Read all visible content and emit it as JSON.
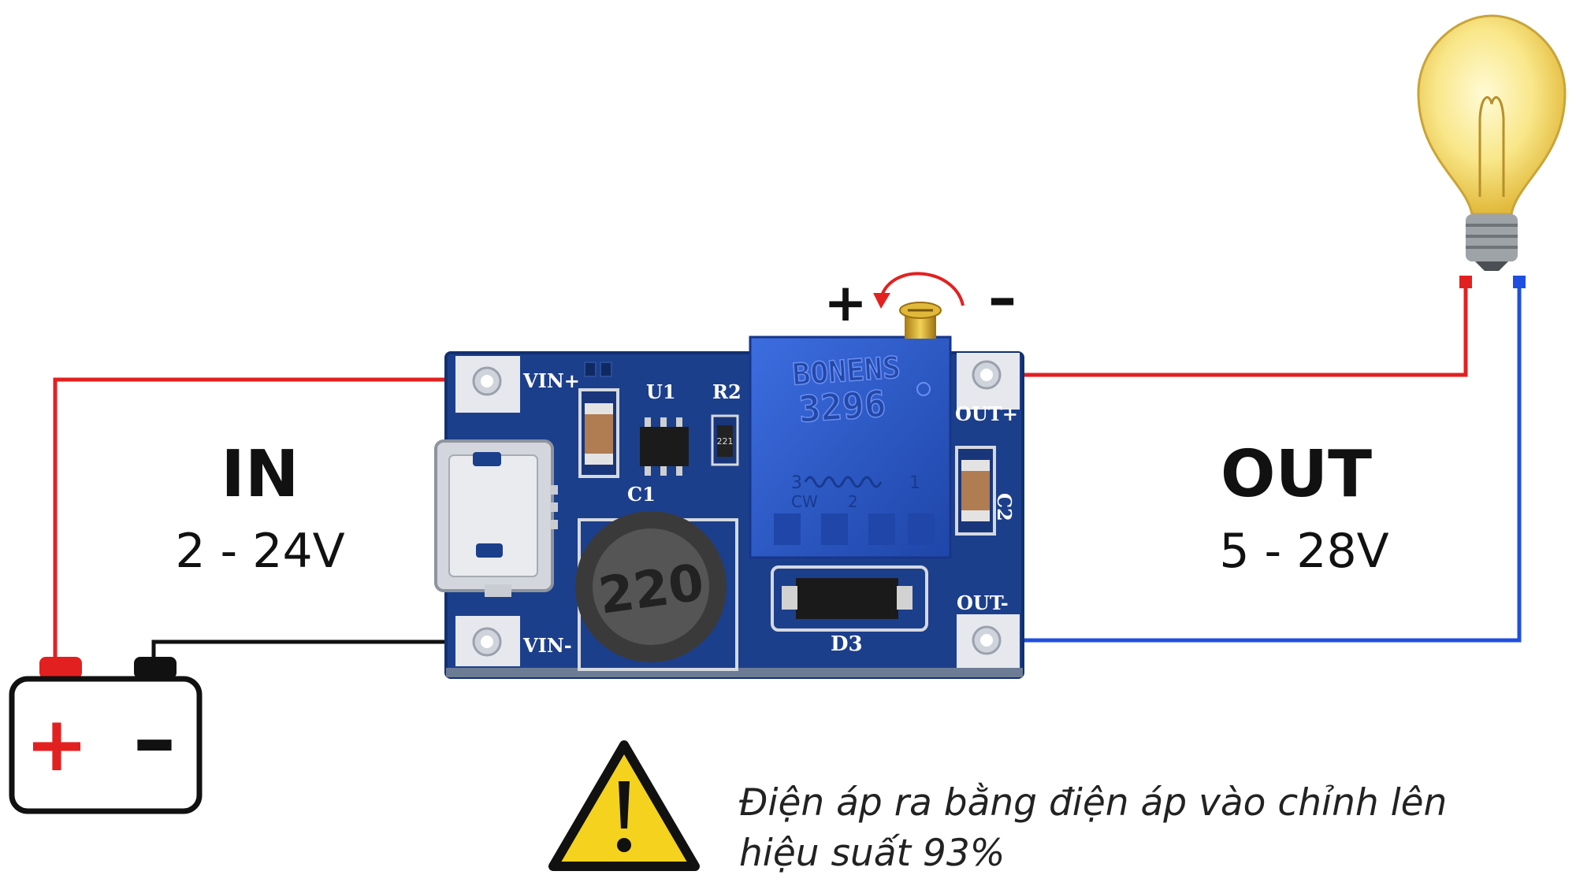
{
  "input": {
    "label": "IN",
    "range": "2 - 24V"
  },
  "output": {
    "label": "OUT",
    "range": "5 - 28V"
  },
  "board": {
    "pins": {
      "vin_plus": "VIN+",
      "vin_minus": "VIN-",
      "out_plus": "OUT+",
      "out_minus": "OUT-"
    },
    "components": {
      "u1": "U1",
      "r2": "R2",
      "r2_code": "221",
      "c1": "C1",
      "c2": "C2",
      "d3": "D3",
      "inductor_code": "220"
    },
    "potentiometer": {
      "brand": "BONENS",
      "model": "3296",
      "pin_right": "1",
      "pin_left": "3",
      "cw": "CW",
      "wiper": "2"
    }
  },
  "adjust": {
    "increase": "+",
    "decrease": "–"
  },
  "battery": {
    "positive": "+",
    "negative": "–"
  },
  "warning": {
    "line1": "Điện áp ra bằng điện áp vào chỉnh lên",
    "line2": "hiệu suất 93%"
  },
  "colors": {
    "positive_wire": "#e32020",
    "negative_wire": "#111111",
    "load_negative_wire": "#1f4fe0",
    "pcb": "#1c3f8c",
    "pot": "#2b57c7",
    "warning": "#f4d21d"
  }
}
